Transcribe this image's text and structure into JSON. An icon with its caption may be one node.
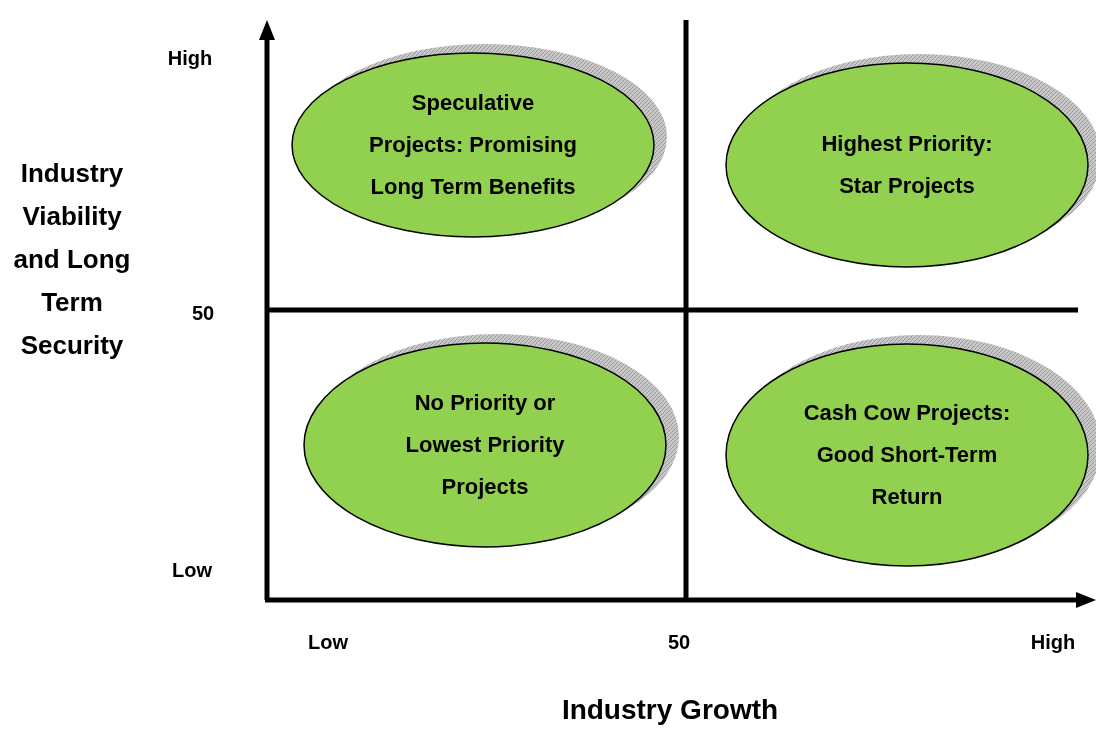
{
  "diagram": {
    "nodes": [
      {
        "text": [
          "Speculative Projects: Promising Long Term Benefits"
        ]
      },
      {
        "text": [
          "Highest Priority: Star Projects"
        ]
      },
      {
        "text": [
          "No Priority or Lowest Priority Projects"
        ]
      },
      {
        "text": [
          "Cash Cow Projects: Good Short-Term Return"
        ]
      }
    ],
    "edges": [],
    "labels": [
      "High",
      "Industry Viability and Long Term Security",
      "50",
      "Low",
      "Low",
      "50",
      "High",
      "Industry Growth"
    ]
  }
}
